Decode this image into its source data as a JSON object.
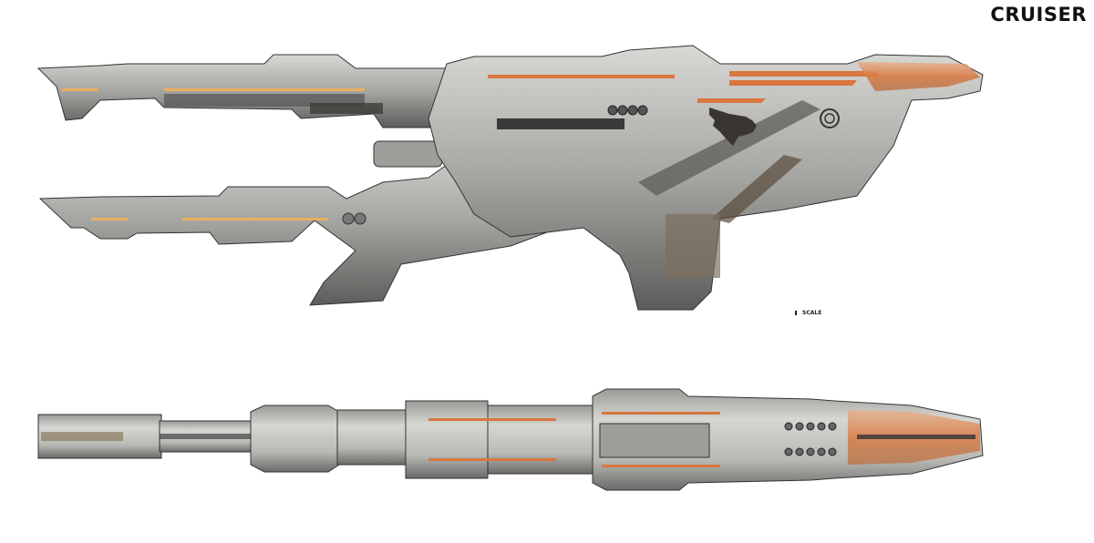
{
  "title": "CRUISER",
  "scale_label": "SCALE",
  "views": [
    {
      "name": "side-view",
      "description": "Side profile of cruiser starship with twin forward prongs"
    },
    {
      "name": "top-view",
      "description": "Top-down profile of cruiser starship"
    }
  ],
  "emblem": "eagle-emblem",
  "colors": {
    "hull_light": "#c9c9c6",
    "hull_mid": "#8f8f8c",
    "hull_dark": "#4a4a48",
    "accent_orange": "#d9773f",
    "glow": "#e8b060",
    "background": "#ffffff"
  }
}
